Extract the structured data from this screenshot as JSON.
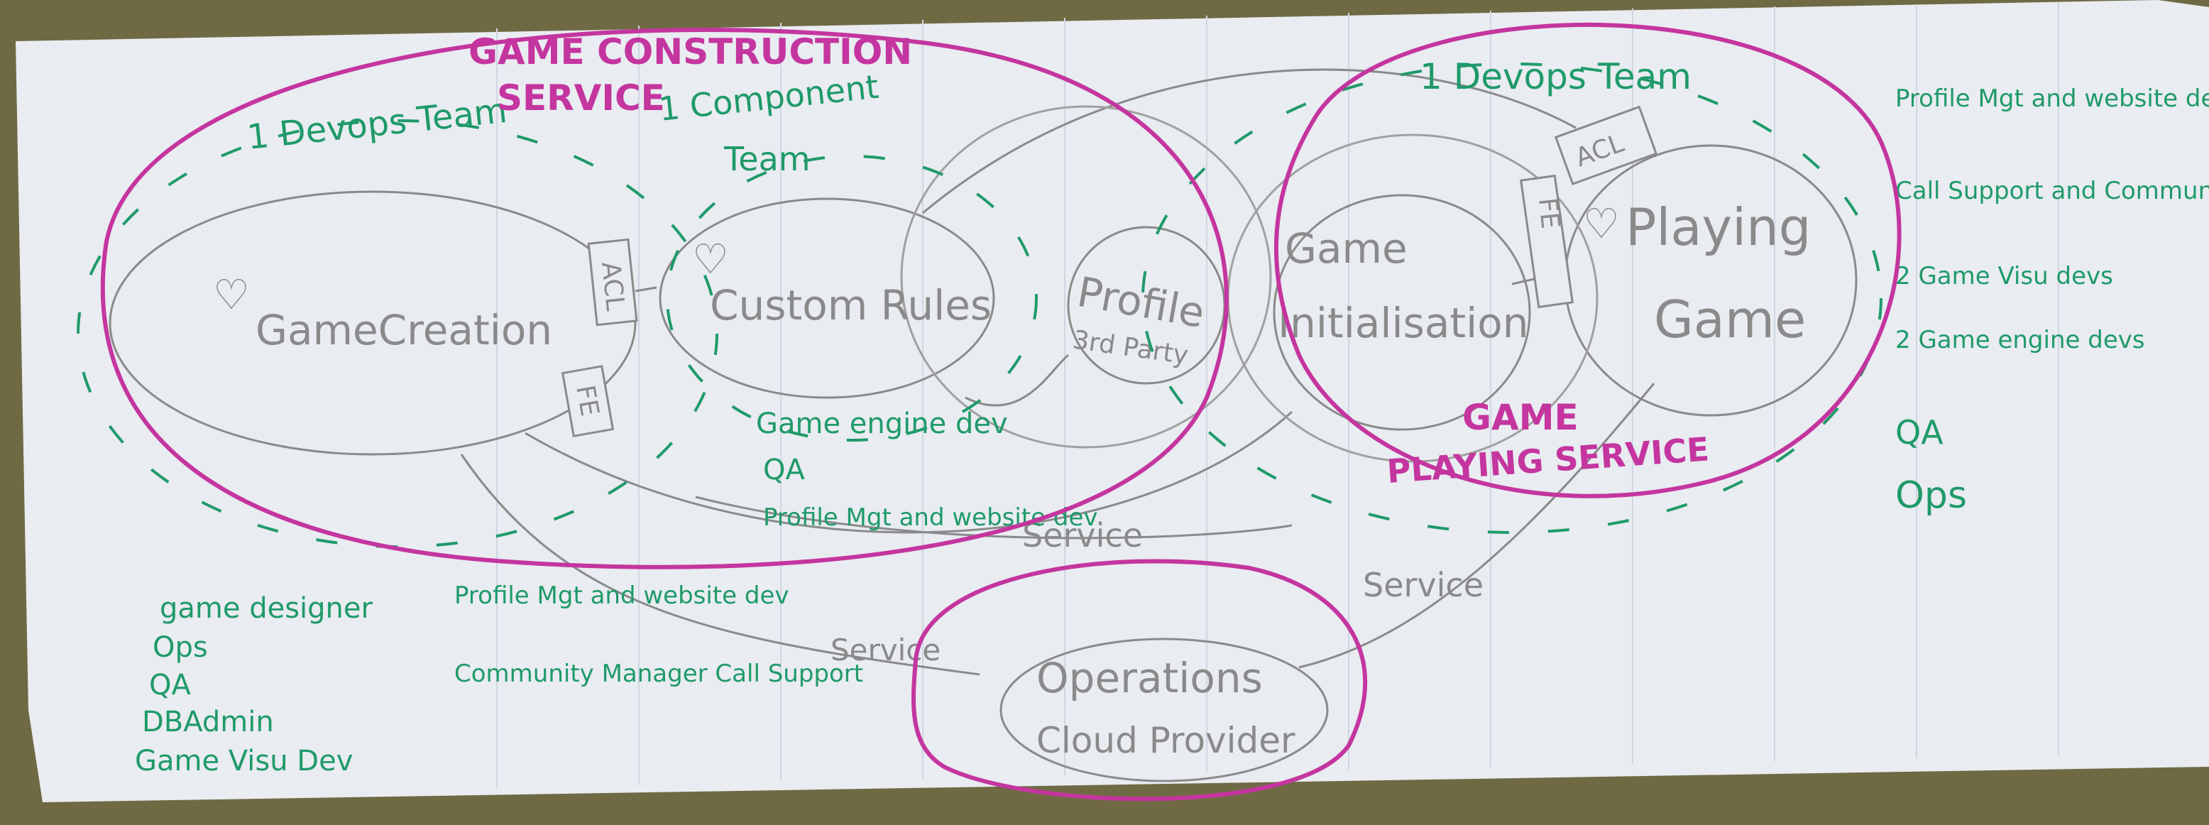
{
  "colors": {
    "paper": "#e9ecf1",
    "table": "#6f6a44",
    "pencil": "#8a8a8a",
    "green": "#1f9a6a",
    "magenta": "#c4359f"
  },
  "services": {
    "construction": {
      "line1": "GAME CONSTRUCTION",
      "line2": "SERVICE"
    },
    "playing": {
      "line1": "GAME",
      "line2": "PLAYING SERVICE"
    }
  },
  "teams": {
    "devops_left": "1 Devops Team",
    "component_line1": "1 Component",
    "component_line2": "Team",
    "devops_right": "1 Devops Team"
  },
  "contexts": {
    "game_creation": "GameCreation",
    "custom_rules": "Custom Rules",
    "profile_line1": "Profile",
    "profile_line2": "3rd Party",
    "game_init_line1": "Game",
    "game_init_line2": "Initialisation",
    "playing_line1": "Playing",
    "playing_line2": "Game",
    "operations_line1": "Operations",
    "operations_line2": "Cloud Provider"
  },
  "markers": {
    "acl": "ACL",
    "fe": "FE"
  },
  "links": {
    "service_1": "Service",
    "service_2": "Service",
    "service_3": "Service"
  },
  "roles": {
    "left_col1": [
      "game designer",
      "Ops",
      "QA",
      "DBAdmin",
      "Game Visu Dev"
    ],
    "left_col2": [
      "Profile Mgt and website dev",
      "Community Manager Call Support"
    ],
    "middle": [
      "Game engine dev",
      "QA",
      "Profile Mgt and website dev"
    ],
    "right": [
      "Profile Mgt and website dev",
      "Call Support and Community Mgr",
      "2 Game Visu devs",
      "2 Game engine devs",
      "QA",
      "Ops"
    ]
  }
}
